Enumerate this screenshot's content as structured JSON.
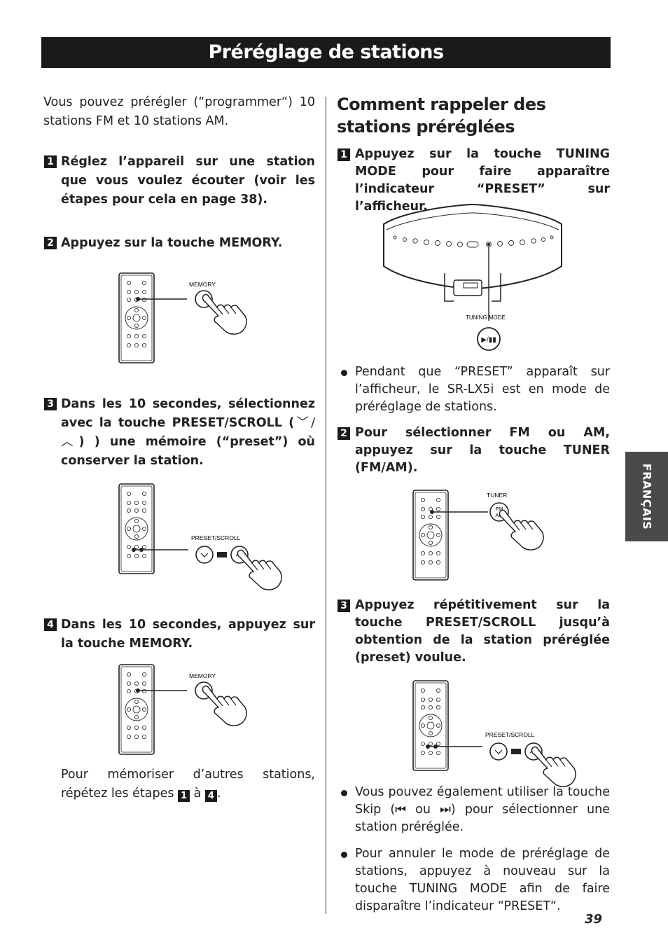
{
  "title": "Préréglage de stations",
  "side_tab": "FRANÇAIS",
  "page_number": "39",
  "left": {
    "intro": "Vous pouvez prérégler (“programmer“) 10 stations FM et 10 stations AM.",
    "step1": "Réglez l’appareil sur une station que vous voulez écouter (voir les étapes pour cela en page 38).",
    "step2": "Appuyez sur la touche MEMORY.",
    "step3_a": "Dans les 10 secondes, sélectionnez avec la touche PRESET/SCROLL (",
    "step3_b": ") une mémoire (“preset”) où conserver la station.",
    "step4": "Dans les 10 secondes, appuyez sur la touche MEMORY.",
    "repeat_a": "Pour mémoriser d’autres stations, répétez les étapes",
    "repeat_mid": "à",
    "repeat_end": "."
  },
  "right": {
    "heading": "Comment rappeler des stations préréglées",
    "step1": "Appuyez sur la touche TUNING MODE pour faire apparaître l’indicateur “PRESET” sur l’afficheur.",
    "bullet1": "Pendant que “PRESET” apparaît sur l’afficheur, le SR-LX5i est en mode de préréglage de stations.",
    "step2": "Pour sélectionner FM ou AM, appuyez sur la touche TUNER (FM/AM).",
    "step3": "Appuyez répétitivement sur la touche PRESET/SCROLL jusqu’à obtention de la station préréglée (preset) voulue.",
    "bullet2_a": "Vous pouvez également utiliser la touche Skip (",
    "bullet2_mid": "ou",
    "bullet2_b": ") pour sélectionner une station préréglée.",
    "bullet3": "Pour annuler le mode de préréglage de stations, appuyez à nouveau sur la touche TUNING MODE  afin de faire disparaître l’indicateur “PRESET“."
  },
  "numbers": {
    "n1": "1",
    "n2": "2",
    "n3": "3",
    "n4": "4"
  },
  "figure_labels": {
    "memory": "MEMORY",
    "preset_scroll": "PRESET/SCROLL",
    "tuning_mode": "TUNING MODE",
    "tuner": "TUNER",
    "fm": "FM",
    "am": "AM"
  },
  "icons": [
    "hand-pointer-icon",
    "remote-control-icon",
    "down-arrow-icon",
    "up-arrow-icon",
    "skip-back-icon",
    "skip-forward-icon",
    "play-pause-icon"
  ]
}
